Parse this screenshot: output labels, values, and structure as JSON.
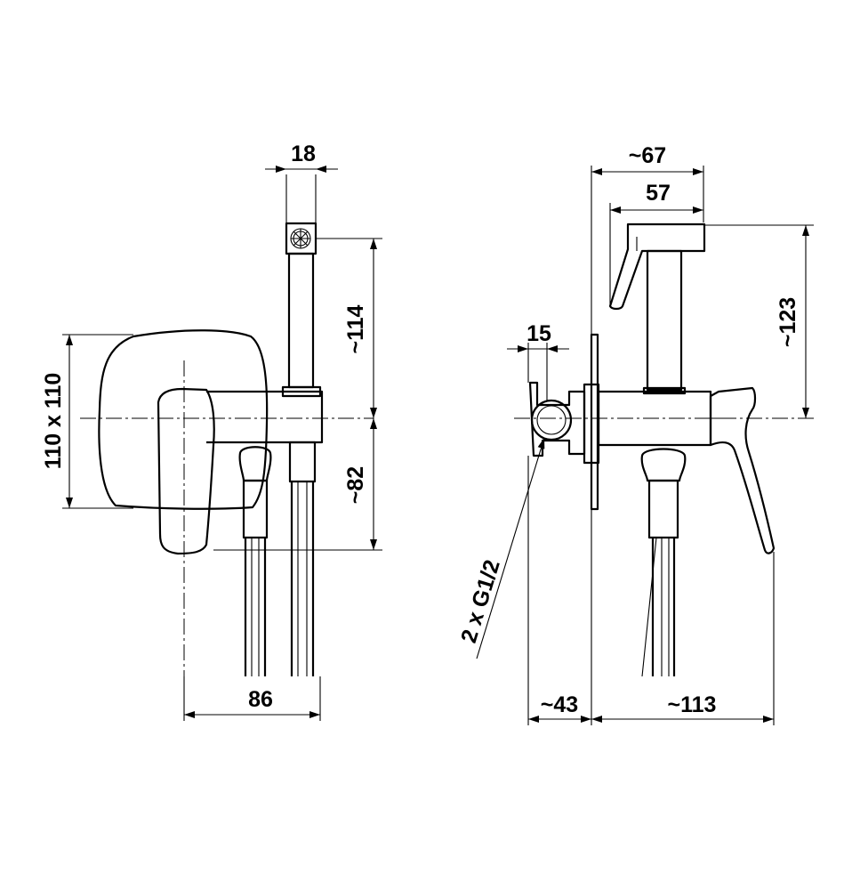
{
  "front_view": {
    "dim_hose_width": "18",
    "dim_shower_height": "~114",
    "dim_plate_size": "110 x 110",
    "dim_lower_height": "~82",
    "dim_depth": "86"
  },
  "side_view": {
    "dim_total_width": "~67",
    "dim_head_width": "57",
    "dim_connector_width": "15",
    "dim_height": "~123",
    "dim_thread": "2 x G1/2",
    "dim_left_depth": "~43",
    "dim_right_depth": "~113"
  }
}
